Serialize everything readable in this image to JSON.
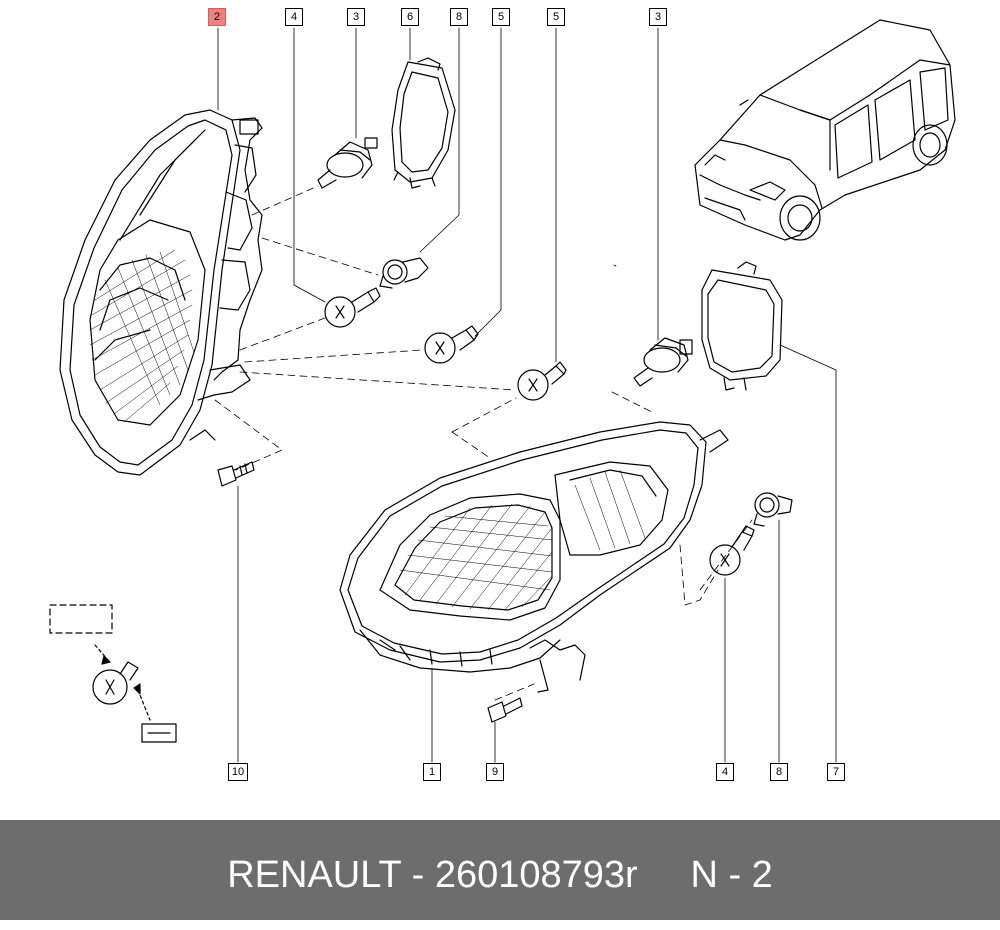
{
  "diagram": {
    "colors": {
      "ink": "#000000",
      "highlight": "#f08080",
      "footer_bg": "#6d6d6d",
      "footer_text": "#ffffff"
    },
    "callouts": [
      {
        "id": "c2-top",
        "label": "2",
        "highlight": true
      },
      {
        "id": "c4-top",
        "label": "4"
      },
      {
        "id": "c3-top",
        "label": "3"
      },
      {
        "id": "c6-top",
        "label": "6"
      },
      {
        "id": "c8-top",
        "label": "8"
      },
      {
        "id": "c5-top-a",
        "label": "5"
      },
      {
        "id": "c5-top-b",
        "label": "5"
      },
      {
        "id": "c3-top-b",
        "label": "3"
      },
      {
        "id": "c10-bottom",
        "label": "10"
      },
      {
        "id": "c1-bottom",
        "label": "1"
      },
      {
        "id": "c9-bottom",
        "label": "9"
      },
      {
        "id": "c4-bottom",
        "label": "4"
      },
      {
        "id": "c8-bottom",
        "label": "8"
      },
      {
        "id": "c7-bottom",
        "label": "7"
      }
    ]
  },
  "footer": {
    "title": "RENAULT - 260108793r     N - 2"
  }
}
